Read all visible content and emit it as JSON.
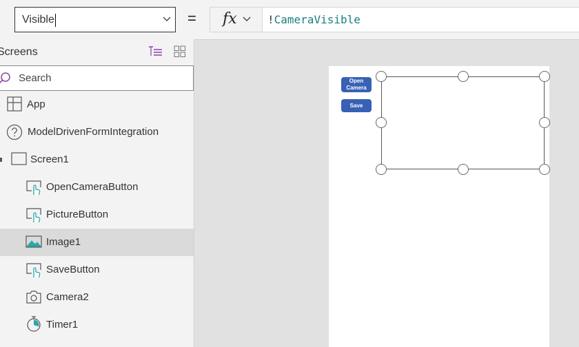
{
  "formula_bar": {
    "property_value": "Visible",
    "equals": "=",
    "fx_label": "fx",
    "formula_not": "!",
    "formula_identifier": "CameraVisible"
  },
  "tree_view": {
    "title": "Screens",
    "search_placeholder": "Search",
    "items": [
      {
        "label": "App",
        "icon": "app-icon"
      },
      {
        "label": "ModelDrivenFormIntegration",
        "icon": "help-circle-icon"
      },
      {
        "label": "Screen1",
        "icon": "screen-icon"
      },
      {
        "label": "OpenCameraButton",
        "icon": "button-icon"
      },
      {
        "label": "PictureButton",
        "icon": "button-icon"
      },
      {
        "label": "Image1",
        "icon": "image-icon",
        "selected": true
      },
      {
        "label": "SaveButton",
        "icon": "button-icon"
      },
      {
        "label": "Camera2",
        "icon": "camera-icon"
      },
      {
        "label": "Timer1",
        "icon": "timer-icon"
      }
    ]
  },
  "canvas": {
    "open_camera_line1": "Open",
    "open_camera_line2": "Camera",
    "save_label": "Save"
  },
  "colors": {
    "accent": "#3861b5",
    "formula_text": "#1a7f80",
    "icon_teal": "#2aa8a8"
  }
}
